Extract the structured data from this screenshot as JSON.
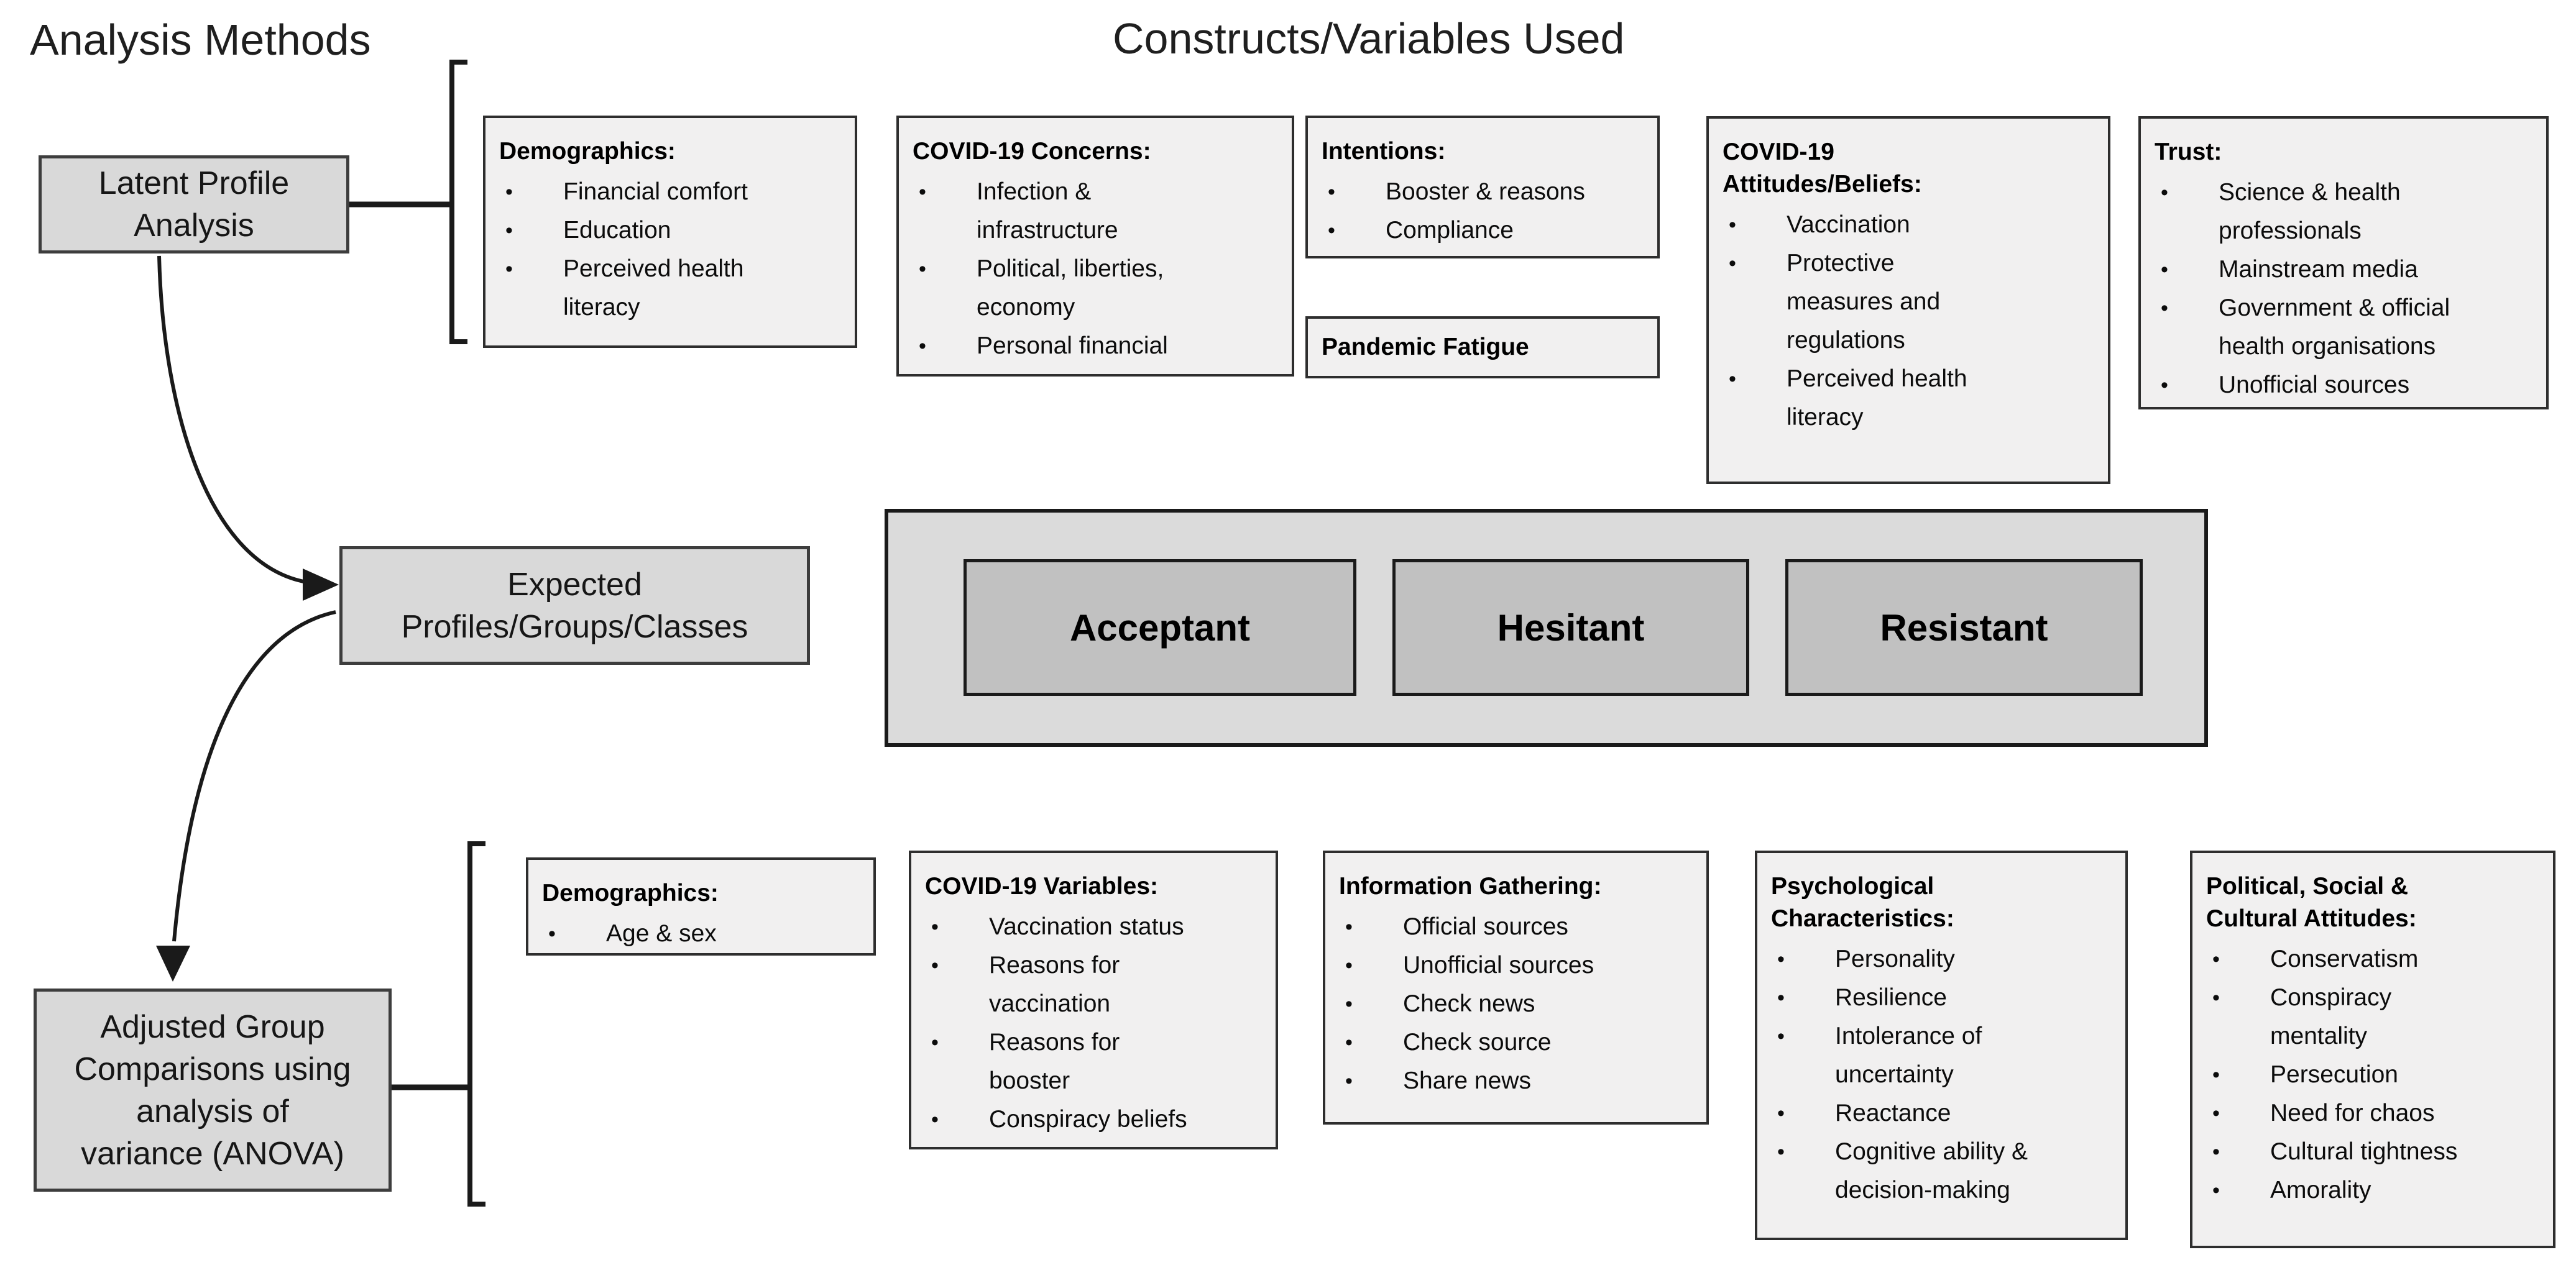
{
  "colors": {
    "box_fill_light": "#f1f0f0",
    "box_fill_medium": "#d9d9d9",
    "box_fill_dark": "#c1c1c1",
    "container_fill": "#dbdbdb",
    "line": "#1a1a1a"
  },
  "headers": {
    "left": "Analysis Methods",
    "right": "Constructs/Variables Used"
  },
  "methods": [
    {
      "label": "Latent Profile\nAnalysis"
    },
    {
      "label": "Expected\nProfiles/Groups/Classes"
    },
    {
      "label": "Adjusted Group\nComparisons using\nanalysis of\nvariance (ANOVA)"
    }
  ],
  "top_row": [
    {
      "title": "Demographics:",
      "items": [
        "Financial comfort",
        "Education",
        "Perceived health\nliteracy"
      ]
    },
    {
      "title": "COVID-19 Concerns:",
      "items": [
        "Infection &\ninfrastructure",
        "Political, liberties,\neconomy",
        "Personal financial"
      ]
    },
    {
      "title": "Intentions:",
      "items": [
        "Booster & reasons",
        "Compliance"
      ]
    },
    {
      "title": "COVID-19\nAttitudes/Beliefs:",
      "items": [
        "Vaccination",
        "Protective\nmeasures and\nregulations",
        "Perceived health\nliteracy"
      ]
    },
    {
      "title": "Trust:",
      "items": [
        "Science & health\nprofessionals",
        "Mainstream media",
        "Government & official\nhealth organisations",
        "Unofficial sources"
      ]
    }
  ],
  "pandemic_fatigue": {
    "title": "Pandemic Fatigue"
  },
  "profiles": [
    {
      "label": "Acceptant"
    },
    {
      "label": "Hesitant"
    },
    {
      "label": "Resistant"
    }
  ],
  "bottom_row": [
    {
      "title": "Demographics:",
      "items": [
        "Age & sex"
      ]
    },
    {
      "title": "COVID-19 Variables:",
      "items": [
        "Vaccination status",
        "Reasons for\nvaccination",
        "Reasons for\nbooster",
        "Conspiracy beliefs"
      ]
    },
    {
      "title": "Information Gathering:",
      "items": [
        "Official sources",
        "Unofficial sources",
        "Check news",
        "Check source",
        "Share news"
      ]
    },
    {
      "title": "Psychological\nCharacteristics:",
      "items": [
        "Personality",
        "Resilience",
        "Intolerance of\nuncertainty",
        "Reactance",
        "Cognitive ability &\ndecision-making"
      ]
    },
    {
      "title": "Political, Social &\nCultural Attitudes:",
      "items": [
        "Conservatism",
        "Conspiracy\nmentality",
        "Persecution",
        "Need for chaos",
        "Cultural tightness",
        "Amorality"
      ]
    }
  ],
  "bullet_glyph": "•"
}
